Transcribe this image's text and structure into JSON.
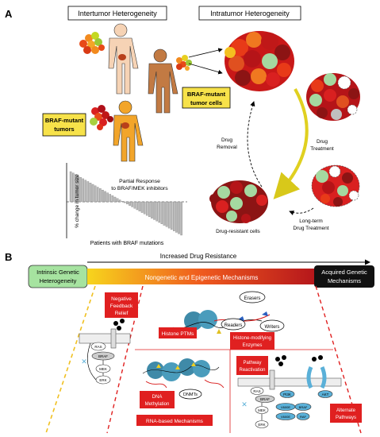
{
  "panel_a": {
    "label": "A",
    "intertumor_title": "Intertumor Heterogeneity",
    "intratumor_title": "Intratumor Heterogeneity",
    "braf_tumors": [
      "BRAF-mutant",
      "tumors"
    ],
    "braf_cells": [
      "BRAF-mutant",
      "tumor cells"
    ],
    "drug_treatment": [
      "Drug",
      "Treatment"
    ],
    "drug_removal": [
      "Drug",
      "Removal"
    ],
    "long_term": [
      "Long-term",
      "Drug Treatment"
    ],
    "resistant_cells": "Drug-resistant cells",
    "waterfall": {
      "y_label": "% change in tumor size",
      "x_label": "Patients with BRAF mutations",
      "note": [
        "Partial Response",
        "to BRAF/MEK inhibitors"
      ]
    }
  },
  "panel_b": {
    "label": "B",
    "increased": "Increased Drug Resistance",
    "intrinsic": [
      "Intrinsic Genetic",
      "Heterogeneity"
    ],
    "nongenetic": "Nongenetic and Epigenetic Mechanisms",
    "acquired": [
      "Acquired Genetic",
      "Mechanisms"
    ],
    "negative_feedback": [
      "Negative",
      "Feedback",
      "Relief"
    ],
    "histone_ptms": "Histone PTMs",
    "erasers": "Erasers",
    "readers": "Readers",
    "writers": "Writers",
    "histone_enzymes": [
      "Histone-modifying",
      "Enzymes"
    ],
    "dna_methylation": [
      "DNA",
      "Methylation"
    ],
    "dnmts": "DNMTs",
    "rna_mechanisms": "RNA-based Mechanisms",
    "pathway_reactivation": [
      "Pathway",
      "Reactivation"
    ],
    "alternate_pathways": [
      "Alternate",
      "Pathways"
    ],
    "nodes": {
      "ras": "RAS",
      "braf": "BRAF",
      "mek": "MEK",
      "erk": "ERK",
      "pi3k": "PI3K",
      "akt": "AKT",
      "raf": "RAF",
      "v600e": "V600E"
    }
  },
  "colors": {
    "yellow_box": "#f7e24a",
    "red_box": "#e02020",
    "green_box": "#a6e3a0",
    "arrow_yellow": "#e0d020",
    "dashed_red": "#e02020",
    "dashed_yellow": "#f0c020",
    "cell_blue": "#5ab0d8"
  }
}
